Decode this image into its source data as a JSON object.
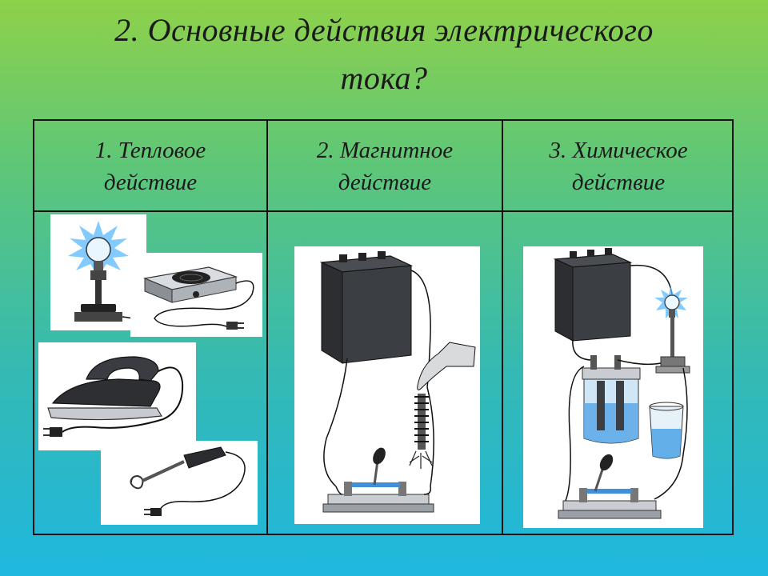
{
  "title": {
    "line1": "2. Основные действия электрического",
    "line2": "тока?"
  },
  "columns": [
    {
      "line1": "1. Тепловое",
      "line2": "действие"
    },
    {
      "line1": "2. Магнитное",
      "line2": "действие"
    },
    {
      "line1": "3. Химическое",
      "line2": "действие"
    }
  ],
  "colors": {
    "gradient_top": "#8ed14a",
    "gradient_bottom": "#1fb8df",
    "border": "#111111",
    "glow": "#5ab8ff"
  },
  "illustrations": [
    "light-bulb-on-stand",
    "electric-hot-plate",
    "electric-iron",
    "soldering-iron",
    "battery-switch-electromagnet",
    "battery-electrolysis-bulb"
  ]
}
